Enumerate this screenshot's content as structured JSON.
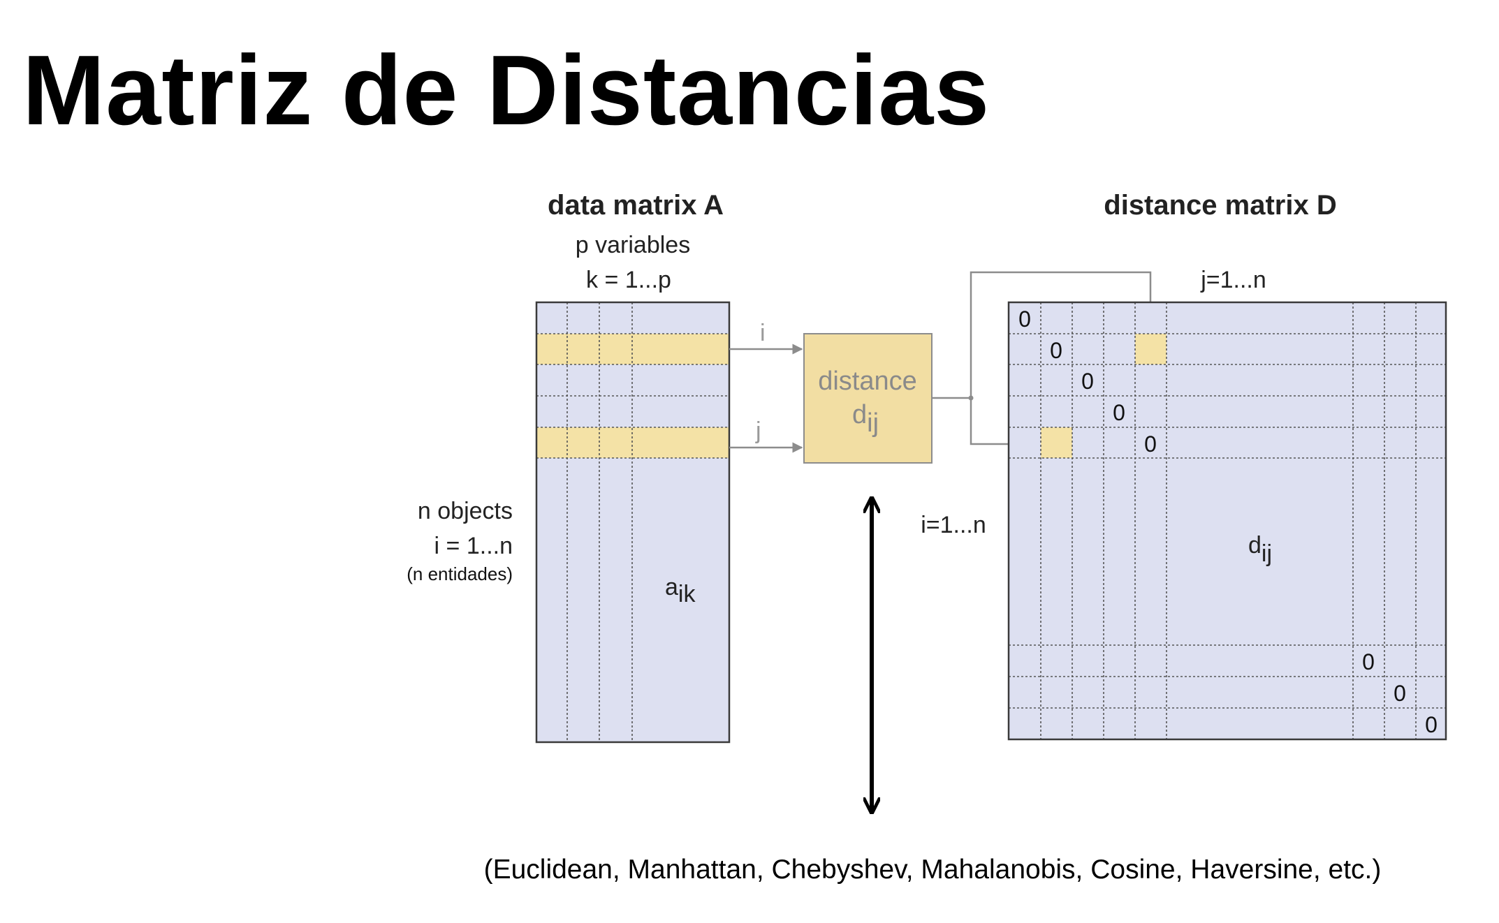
{
  "title": "Matriz de Distancias",
  "data_matrix": {
    "title": "data matrix A",
    "columns_label": "p variables",
    "columns_range": "k = 1...p",
    "rows_label": "n objects",
    "rows_range": "i = 1...n",
    "rows_note": "(n entidades)",
    "element_base": "a",
    "element_sub": "ik",
    "row_i_label": "i",
    "row_j_label": "j"
  },
  "process": {
    "line1": "distance",
    "symbol_base": "d",
    "symbol_sub": "ij"
  },
  "distance_matrix": {
    "title": "distance matrix D",
    "columns_range": "j=1...n",
    "rows_range": "i=1...n",
    "element_base": "d",
    "element_sub": "ij",
    "diagonal_value": "0"
  },
  "metrics_list": "(Euclidean, Manhattan, Chebyshev, Mahalanobis, Cosine, Haversine, etc.)",
  "colors": {
    "matrix_fill": "#dde0f1",
    "highlight": "#f4e2a6",
    "process_fill": "#f2dea3",
    "connector": "#8c8c8c"
  }
}
